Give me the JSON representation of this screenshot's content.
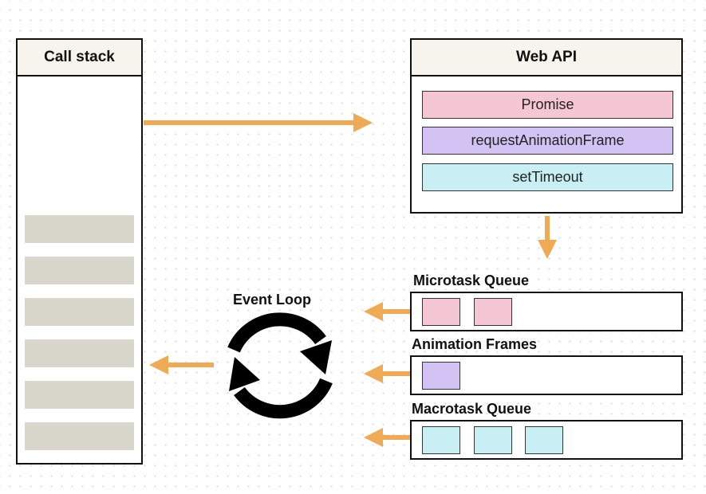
{
  "call_stack": {
    "title": "Call stack",
    "slot_count": 6
  },
  "web_api": {
    "title": "Web API",
    "items": [
      {
        "label": "Promise",
        "color": "#f5c6d3"
      },
      {
        "label": "requestAnimationFrame",
        "color": "#d2c3f4"
      },
      {
        "label": "setTimeout",
        "color": "#c8eff3"
      }
    ]
  },
  "queues": {
    "microtask": {
      "label": "Microtask Queue",
      "items": 2,
      "color": "#f5c6d3"
    },
    "animation": {
      "label": "Animation Frames",
      "items": 1,
      "color": "#d2c3f4"
    },
    "macrotask": {
      "label": "Macrotask Queue",
      "items": 3,
      "color": "#c8eff3"
    }
  },
  "event_loop": {
    "label": "Event Loop"
  },
  "colors": {
    "arrow": "#efaa55",
    "slot": "#d9d6cc",
    "border": "#111111"
  }
}
